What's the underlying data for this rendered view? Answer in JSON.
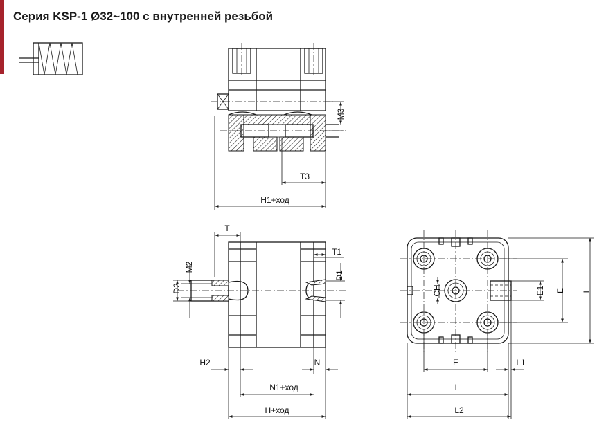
{
  "title": "Серия KSP-1 Ø32~100 с внутренней резьбой",
  "colors": {
    "accent": "#a6232c",
    "line": "#1a1a1a"
  },
  "dims": {
    "m3": "M3",
    "t3": "T3",
    "h1_stroke": "H1+ход",
    "t": "T",
    "t1": "T1",
    "m2": "M2",
    "d2": "D2",
    "d1": "D1",
    "h2": "H2",
    "n": "N",
    "n1_stroke": "N1+ход",
    "h_stroke": "H+ход",
    "ch": "CH",
    "e1": "E1",
    "e_right": "E",
    "l_right": "L",
    "e_bottom": "E",
    "l1": "L1",
    "l_bottom": "L",
    "l2": "L2"
  }
}
